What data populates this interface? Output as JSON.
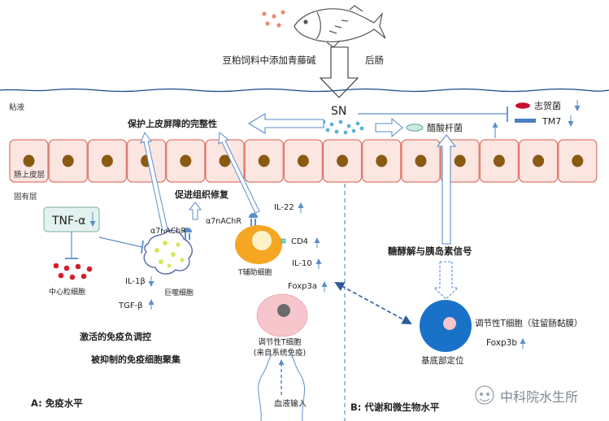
{
  "header": {
    "feed_label": "豆粕饲料中添加青藤碱",
    "hindgut_label": "后肠"
  },
  "layers": {
    "mucus": "粘液",
    "epithelium": "肠上皮层",
    "lamina_propria": "固有层"
  },
  "top": {
    "sn": "SN",
    "bacteria_label": "醋酸杆菌",
    "shigella": "志贺菌",
    "tm7": "TM7"
  },
  "panel_a": {
    "protect_barrier": "保护上皮屏障的完整性",
    "promote_repair": "促进组织修复",
    "tnf": "TNF-α",
    "a7_left": "α7nAChR",
    "a7_right": "α7nAChR",
    "il22": "IL-22",
    "cd4": "CD4",
    "il10": "IL-10",
    "foxp3a": "Foxp3a",
    "neutrophil": "中心粒细胞",
    "macrophage": "巨噬细胞",
    "th_cell": "T辅助细胞",
    "il1b": "IL-1β",
    "tgfb": "TGF-β",
    "treg_line1": "调节性T细胞",
    "treg_line2": "(来自系统免疫)",
    "blood_input": "血液输入",
    "neg_reg": "激活的免疫负调控",
    "suppressed": "被抑制的免疫细胞聚集",
    "title": "A: 免疫水平"
  },
  "panel_b": {
    "glycolysis": "糖酵解与胰岛素信号",
    "treg_resident": "调节性T细胞（驻留肠黏膜）",
    "foxp3b": "Foxp3b",
    "basal": "基底部定位",
    "title": "B: 代谢和微生物水平"
  },
  "watermark": "中科院水生所",
  "colors": {
    "cell_fill": "#fbe6e2",
    "cell_border": "#e07a6d",
    "nucleus": "#8b5a12",
    "arrow_blue": "#5b8fc9",
    "sn_dots": "#5fb0d8",
    "th_orange": "#f5a623",
    "treg_pink": "#f7c5cc",
    "treg_blue": "#1a72c8",
    "neutrophil_red": "#d21f2a",
    "shigella_red": "#c8102e",
    "tm7_blue": "#4a7fc1",
    "tnf_box": "#e4f2ef"
  }
}
